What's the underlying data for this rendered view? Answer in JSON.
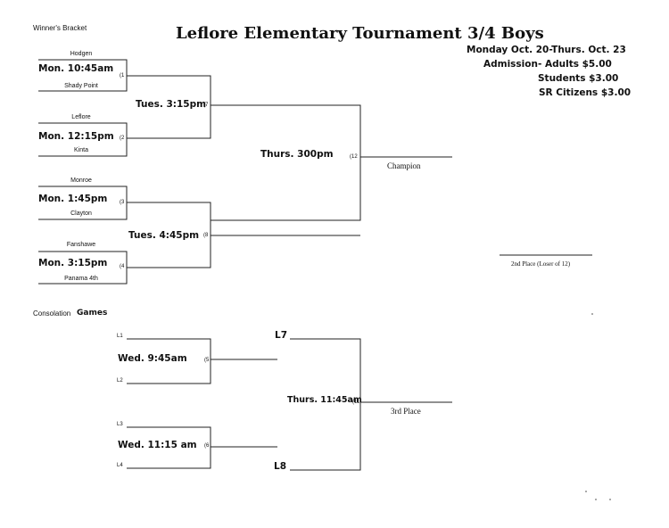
{
  "header": {
    "bracket_label": "Winner's Bracket",
    "title": "Leflore Elementary Tournament 3/4 Boys",
    "dates": "Monday Oct. 20-Thurs. Oct. 23",
    "admission": "Admission- Adults $5.00",
    "students": "Students $3.00",
    "seniors": "SR Citizens $3.00"
  },
  "winners": {
    "games": [
      {
        "num": "(1",
        "top": "Hodgen",
        "bottom": "Shady Point",
        "time": "Mon. 10:45am"
      },
      {
        "num": "(2",
        "top": "Leflore",
        "bottom": "Kinta",
        "time": "Mon. 12:15pm"
      },
      {
        "num": "(3",
        "top": "Monroe",
        "bottom": "Clayton",
        "time": "Mon. 1:45pm"
      },
      {
        "num": "(4",
        "top": "Fanshawe",
        "bottom": "Panama 4th",
        "time": "Mon. 3:15pm"
      }
    ],
    "semis": [
      {
        "num": "(7",
        "time": "Tues. 3:15pm"
      },
      {
        "num": "(8",
        "time": "Tues. 4:45pm"
      }
    ],
    "final": {
      "num": "(12",
      "time": "Thurs. 300pm"
    },
    "champion": "Champion",
    "second_place": "2nd Place (Loser of 12)"
  },
  "consolation": {
    "label": "Consolation",
    "label_hand": "Games",
    "games": [
      {
        "num": "(5",
        "top": "L1",
        "bottom": "L2",
        "time": "Wed. 9:45am"
      },
      {
        "num": "(6",
        "top": "L3",
        "bottom": "L4",
        "time": "Wed. 11:15 am"
      }
    ],
    "l7": "L7",
    "l8": "L8",
    "final": {
      "num": "(11",
      "time": "Thurs. 11:45am"
    },
    "third_place": "3rd Place"
  }
}
